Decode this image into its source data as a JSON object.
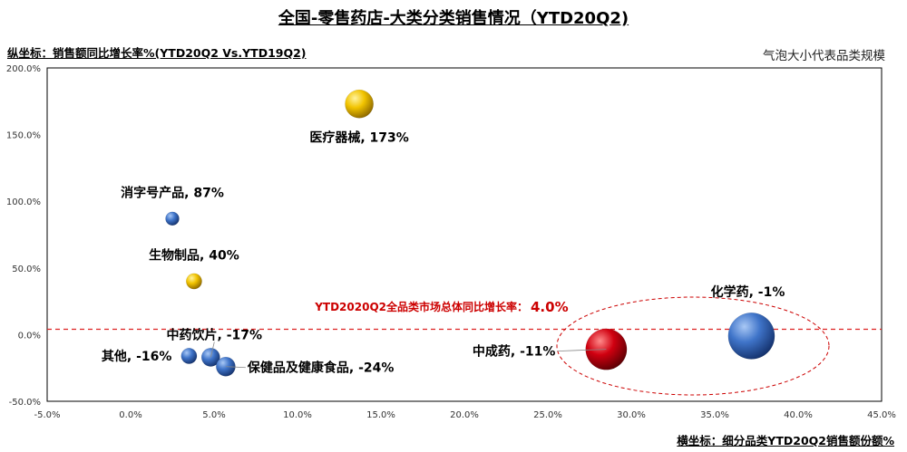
{
  "header": {
    "title": "全国-零售药店-大类分类销售情况（YTD20Q2)",
    "ylabel": "纵坐标：销售额同比增长率%(YTD20Q2 Vs.YTD19Q2)",
    "xlabel": "横坐标：细分品类YTD20Q2销售额份额%",
    "bubble_note": "气泡大小代表品类规模"
  },
  "chart_data": {
    "type": "scatter",
    "title": "全国-零售药店-大类分类销售情况（YTD20Q2)",
    "xlabel": "横坐标：细分品类YTD20Q2销售额份额%",
    "ylabel": "纵坐标：销售额同比增长率%(YTD20Q2 Vs.YTD19Q2)",
    "xlim": [
      -0.05,
      0.45
    ],
    "ylim": [
      -0.5,
      2.0
    ],
    "x_ticks": [
      -0.05,
      0,
      0.05,
      0.1,
      0.15,
      0.2,
      0.25,
      0.3,
      0.35,
      0.4,
      0.45
    ],
    "x_tick_labels": [
      "-5.0%",
      "0.0%",
      "5.0%",
      "10.0%",
      "15.0%",
      "20.0%",
      "25.0%",
      "30.0%",
      "35.0%",
      "40.0%",
      "45.0%"
    ],
    "y_ticks": [
      -0.5,
      0,
      0.5,
      1.0,
      1.5,
      2.0
    ],
    "y_tick_labels": [
      "-50.0%",
      "0.0%",
      "50.0%",
      "100.0%",
      "150.0%",
      "200.0%"
    ],
    "grid": false,
    "reference_line": {
      "y": 0.04,
      "label": "YTD2020Q2全品类市场总体同比增长率：",
      "value_label": "4.0%",
      "color": "#dd2222"
    },
    "points": [
      {
        "name": "医疗器械",
        "label": "医疗器械, 173%",
        "x": 0.137,
        "y": 1.73,
        "size": 2.6,
        "color": "gold"
      },
      {
        "name": "消字号产品",
        "label": "消字号产品, 87%",
        "x": 0.025,
        "y": 0.87,
        "size": 0.6,
        "color": "blue"
      },
      {
        "name": "生物制品",
        "label": "生物制品, 40%",
        "x": 0.038,
        "y": 0.4,
        "size": 0.8,
        "color": "gold"
      },
      {
        "name": "中药饮片",
        "label": "中药饮片, -17%",
        "x": 0.048,
        "y": -0.17,
        "size": 1.1,
        "color": "blue"
      },
      {
        "name": "其他",
        "label": "其他, -16%",
        "x": 0.035,
        "y": -0.16,
        "size": 0.8,
        "color": "blue"
      },
      {
        "name": "保健品及健康食品",
        "label": "保健品及健康食品, -24%",
        "x": 0.057,
        "y": -0.24,
        "size": 1.2,
        "color": "blue"
      },
      {
        "name": "中成药",
        "label": "中成药, -11%",
        "x": 0.285,
        "y": -0.11,
        "size": 5.5,
        "color": "red"
      },
      {
        "name": "化学药",
        "label": "化学药, -1%",
        "x": 0.372,
        "y": -0.01,
        "size": 7.0,
        "color": "blue"
      }
    ],
    "highlight_ellipse": {
      "members": [
        "中成药",
        "化学药"
      ],
      "color": "#cc0000",
      "style": "dashed"
    },
    "colors": {
      "gold": "#e6b800",
      "blue": "#3a6fc4",
      "red": "#c0000a",
      "axis": "#000000"
    }
  }
}
